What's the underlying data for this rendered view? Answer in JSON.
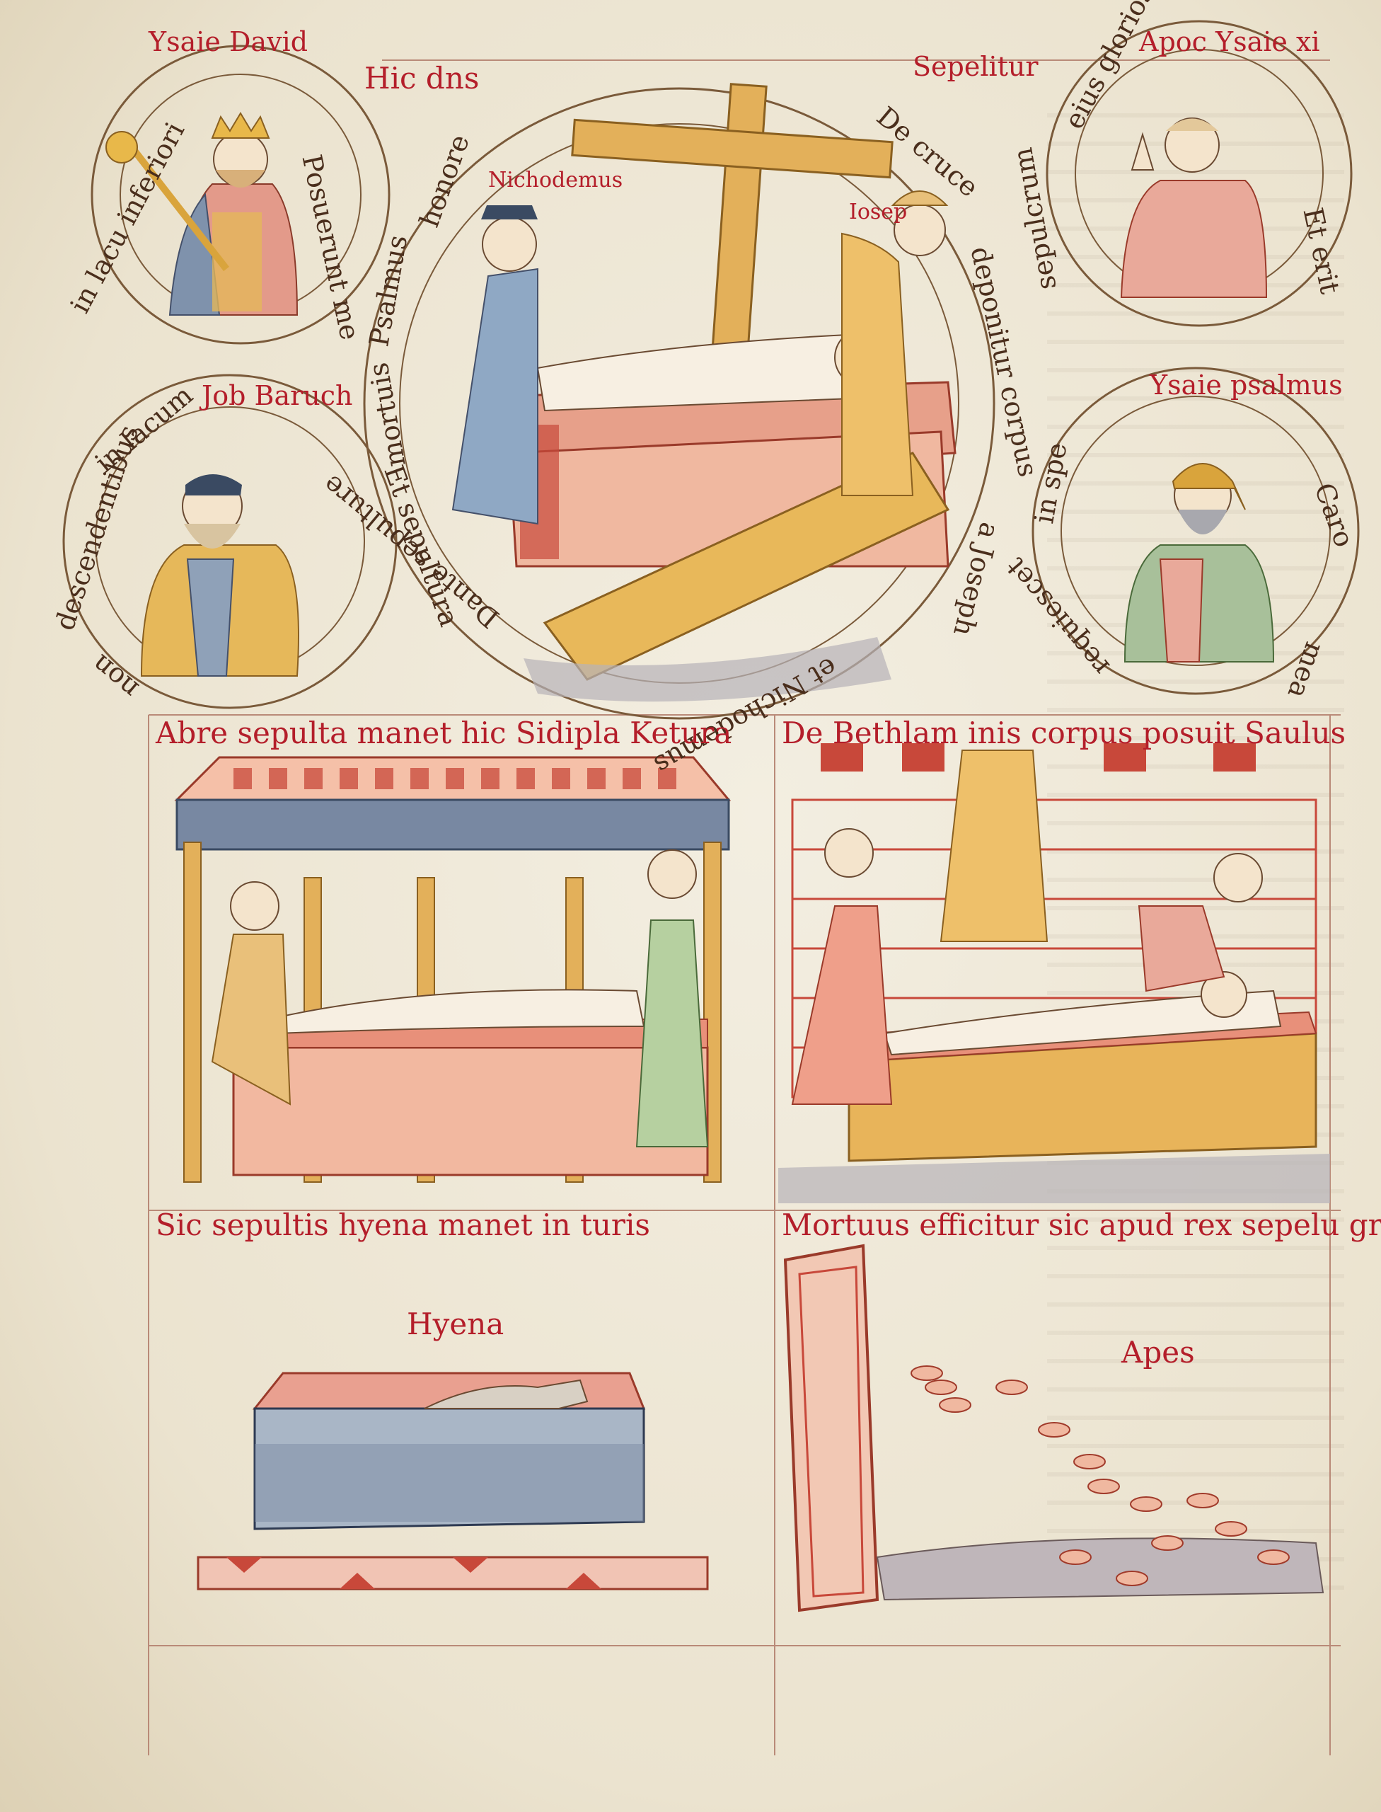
{
  "roundels": {
    "top_left": {
      "title": "Ysaie David",
      "ring_text": [
        "Posuerunt me",
        "in lacu inferiori"
      ]
    },
    "center": {
      "title": "Hic dns",
      "ring_text": [
        "Sepelitur",
        "De cruce",
        "deponitur corpus",
        "a Joseph",
        "et Nichodemus",
        "Dante sepulture",
        "mortuis",
        "honore",
        "Psalmus"
      ],
      "name_left": "Nichodemus",
      "name_right": "Iosep"
    },
    "top_right": {
      "title": "Apoc Ysaie xi",
      "ring_text": [
        "Et erit",
        "sepulcrum",
        "eius gloriosum"
      ]
    },
    "mid_left": {
      "title": "Job Baruch",
      "ring_text": [
        "Et sepultura",
        "in lacum",
        "descendentibus",
        "non"
      ]
    },
    "mid_right": {
      "title": "Ysaie psalmus",
      "ring_text": [
        "Caro",
        "mea",
        "requiescet",
        "in spe"
      ]
    }
  },
  "panels": {
    "abraham": {
      "caption": "Abre sepulta manet hic Sidipla Ketura"
    },
    "bethlehem": {
      "caption": "De Bethlam inis corpus posuit Saulus"
    },
    "hyena": {
      "caption": "Sic sepultis hyena manet in turis",
      "label": "Hyena"
    },
    "bees": {
      "caption": "Mortuus efficitur sic apud rex sepelu gras",
      "label": "Apes"
    }
  },
  "colors": {
    "ink_red": "#b41e2a",
    "ink_brown": "#5a3a22",
    "ochre": "#d9a43c",
    "tomb_pink": "#e8a08a",
    "slate_blue": "#6b7e96"
  }
}
